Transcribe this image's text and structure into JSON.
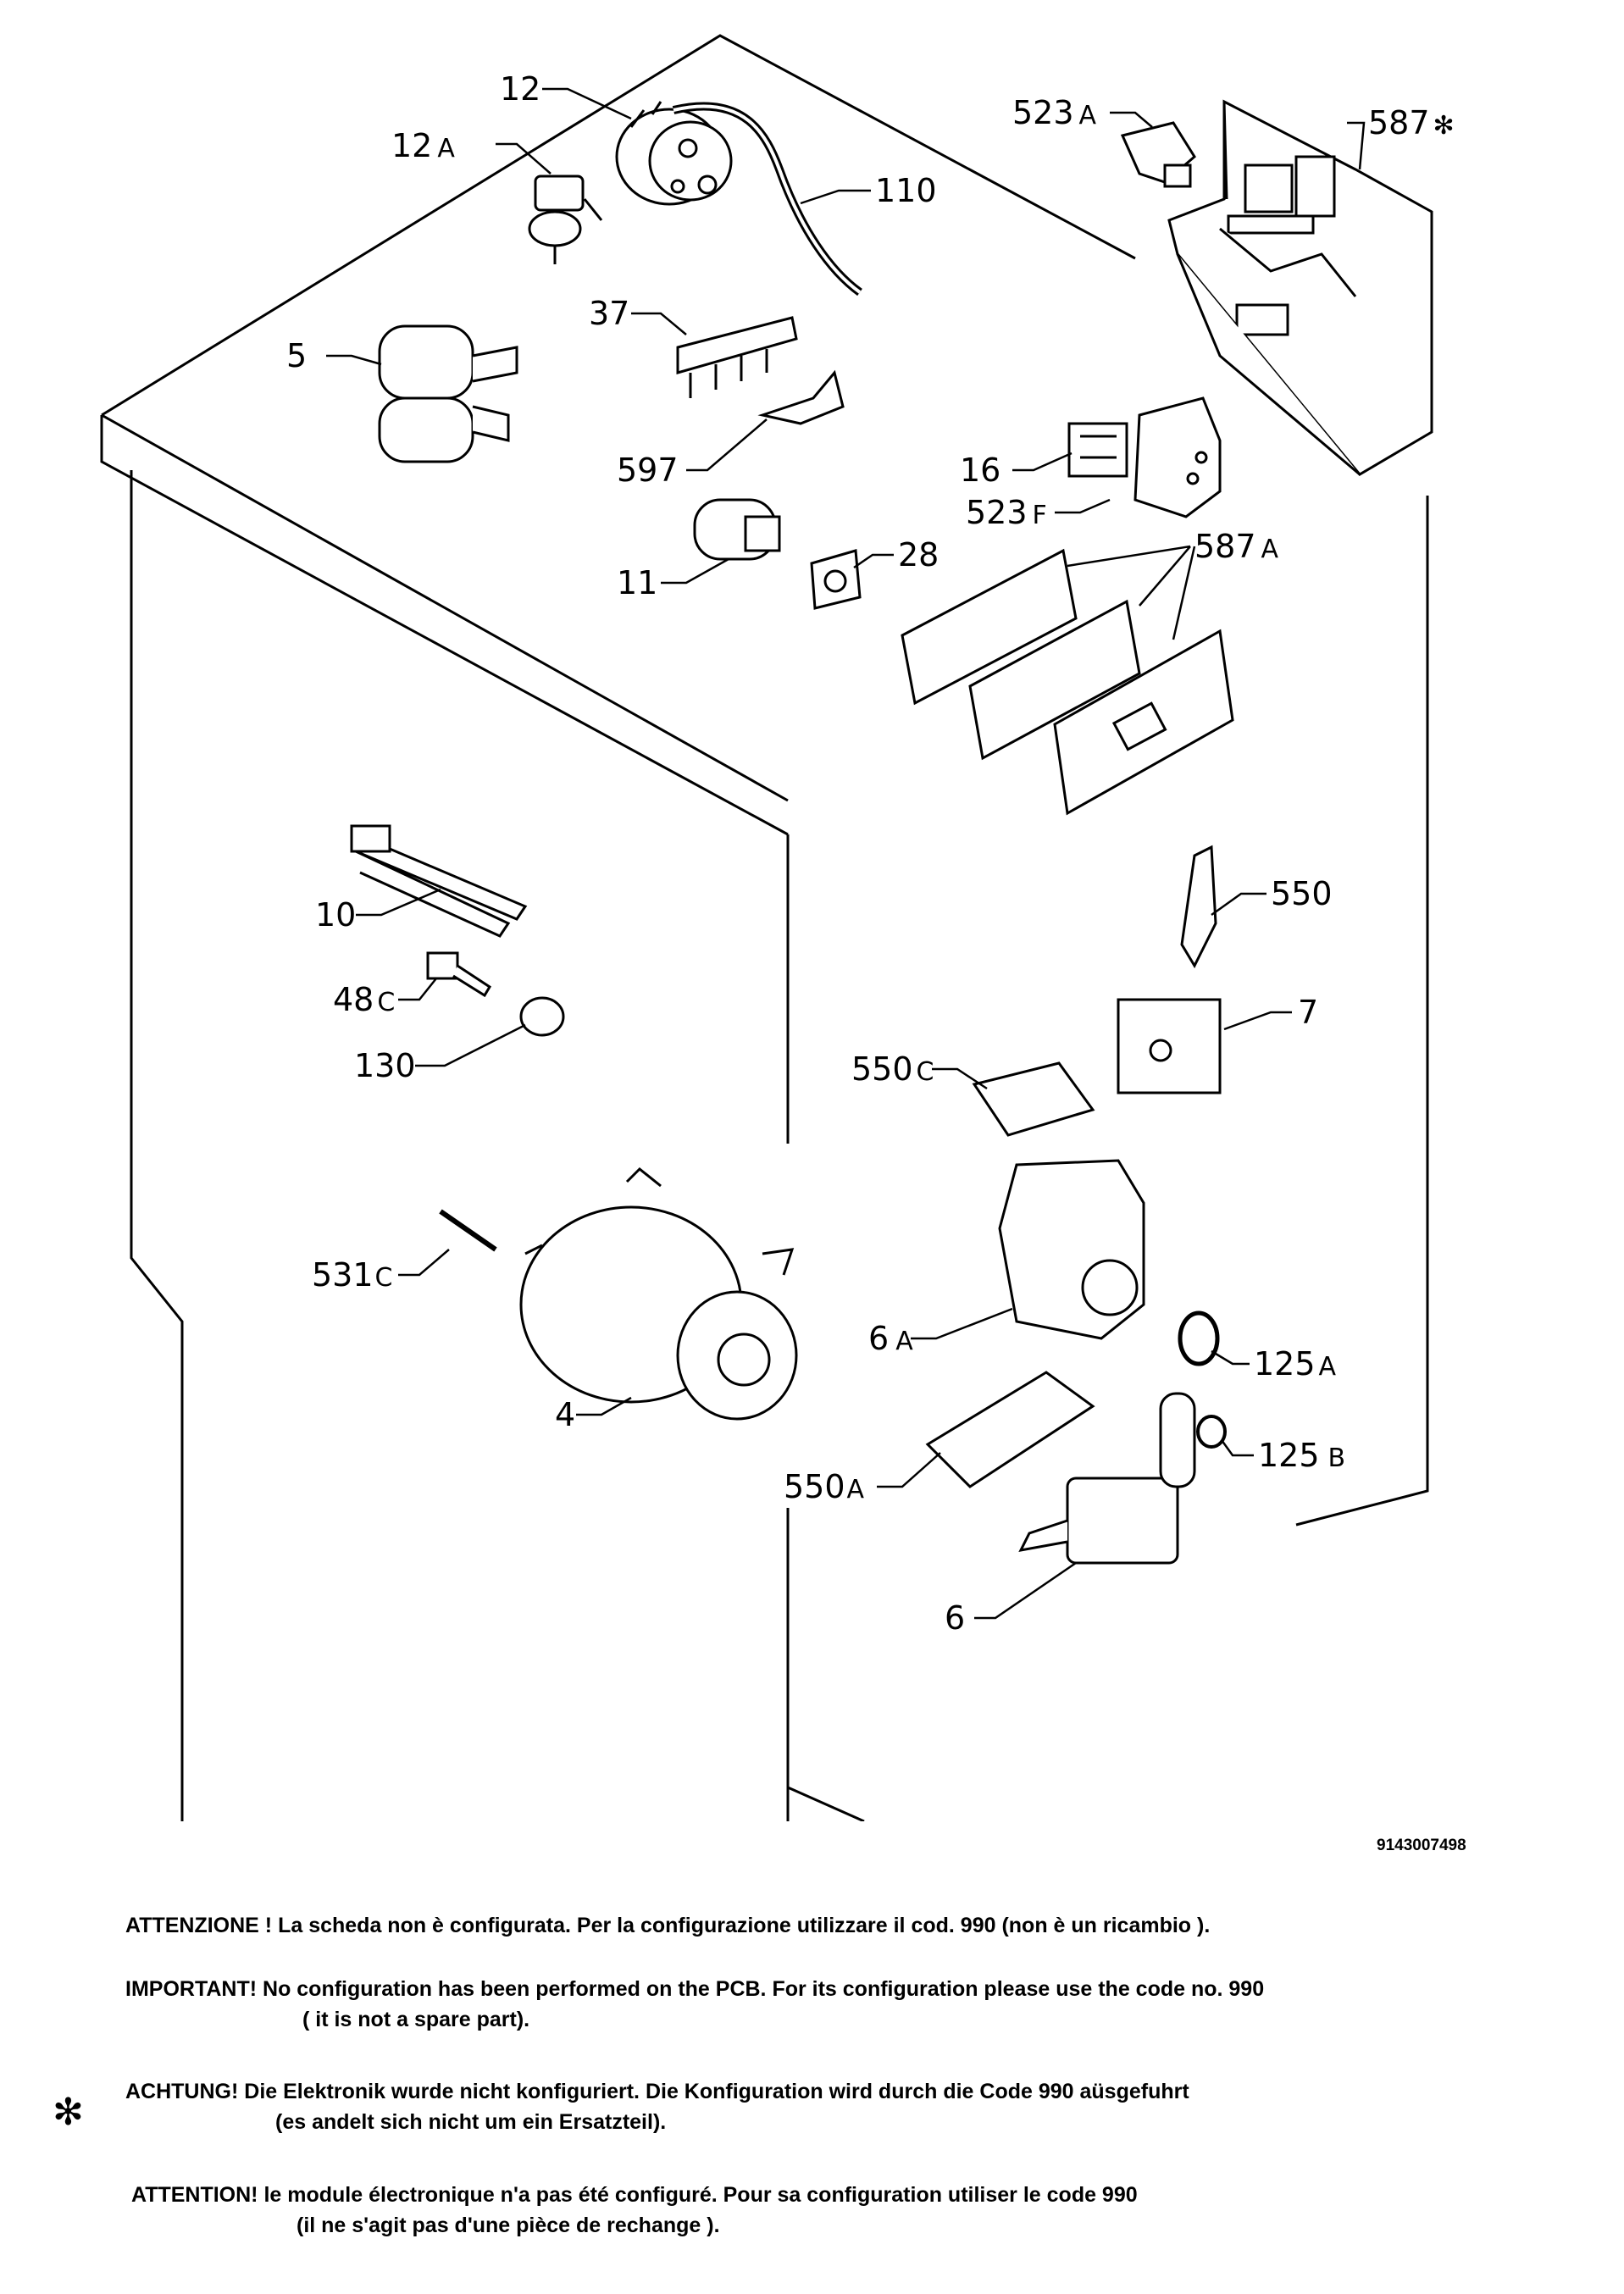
{
  "labels": [
    {
      "id": "12",
      "text": "12"
    },
    {
      "id": "12a",
      "text": "12",
      "suffix": "A"
    },
    {
      "id": "110",
      "text": "110"
    },
    {
      "id": "523a",
      "text": "523",
      "suffix": "A"
    },
    {
      "id": "587star",
      "text": "587",
      "suffix": "✻"
    },
    {
      "id": "5",
      "text": "5"
    },
    {
      "id": "37",
      "text": "37"
    },
    {
      "id": "597",
      "text": "597"
    },
    {
      "id": "16",
      "text": "16"
    },
    {
      "id": "523f",
      "text": "523",
      "suffix": "F"
    },
    {
      "id": "11",
      "text": "11"
    },
    {
      "id": "28",
      "text": "28"
    },
    {
      "id": "587a",
      "text": "587",
      "suffix": "A"
    },
    {
      "id": "10",
      "text": "10"
    },
    {
      "id": "550",
      "text": "550"
    },
    {
      "id": "48c",
      "text": "48",
      "suffix": "C"
    },
    {
      "id": "7",
      "text": "7"
    },
    {
      "id": "130",
      "text": "130"
    },
    {
      "id": "550c",
      "text": "550",
      "suffix": "C"
    },
    {
      "id": "531c",
      "text": "531",
      "suffix": "C"
    },
    {
      "id": "6a",
      "text": "6",
      "suffix": "A"
    },
    {
      "id": "125a",
      "text": "125",
      "suffix": "A"
    },
    {
      "id": "4",
      "text": "4"
    },
    {
      "id": "125b",
      "text": "125",
      "suffix": "B"
    },
    {
      "id": "550a",
      "text": "550",
      "suffix": "A"
    },
    {
      "id": "6",
      "text": "6"
    }
  ],
  "drawing_code": "9143007498",
  "notes": {
    "it": "ATTENZIONE ! La scheda non è  configurata. Per la configurazione utilizzare il cod. 990 (non è un ricambio ).",
    "en_1": "IMPORTANT! No configuration has been performed on the PCB. For its configuration please use the code no. 990",
    "en_2": "( it is not a spare part).",
    "star": "✻",
    "de_1": "ACHTUNG! Die Elektronik wurde nicht konfiguriert. Die Konfiguration wird durch die Code 990 aüsgefuhrt",
    "de_2": "(es andelt sich nicht um ein Ersatzteil).",
    "fr_1": "ATTENTION! le module électronique n'a pas été configuré. Pour  sa configuration utiliser le code 990",
    "fr_2": "(il ne s'agit pas d'une pièce de rechange )."
  }
}
